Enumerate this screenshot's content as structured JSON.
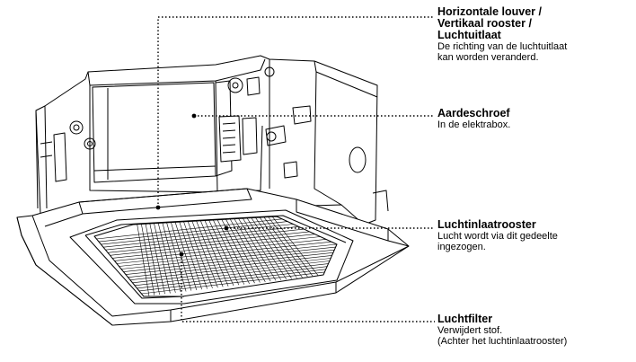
{
  "callouts": [
    {
      "title_lines": [
        "Horizontale louver /",
        "Vertikaal rooster /",
        "Luchtuitlaat"
      ],
      "desc_lines": [
        "De richting van de luchtuitlaat",
        "kan worden veranderd."
      ]
    },
    {
      "title_lines": [
        "Aardeschroef"
      ],
      "desc_lines": [
        "In de elektrabox."
      ]
    },
    {
      "title_lines": [
        "Luchtinlaatrooster"
      ],
      "desc_lines": [
        "Lucht wordt via dit gedeelte",
        "ingezogen."
      ]
    },
    {
      "title_lines": [
        "Luchtfilter"
      ],
      "desc_lines": [
        "Verwijdert stof.",
        "(Achter het luchtinlaatrooster)"
      ]
    }
  ]
}
